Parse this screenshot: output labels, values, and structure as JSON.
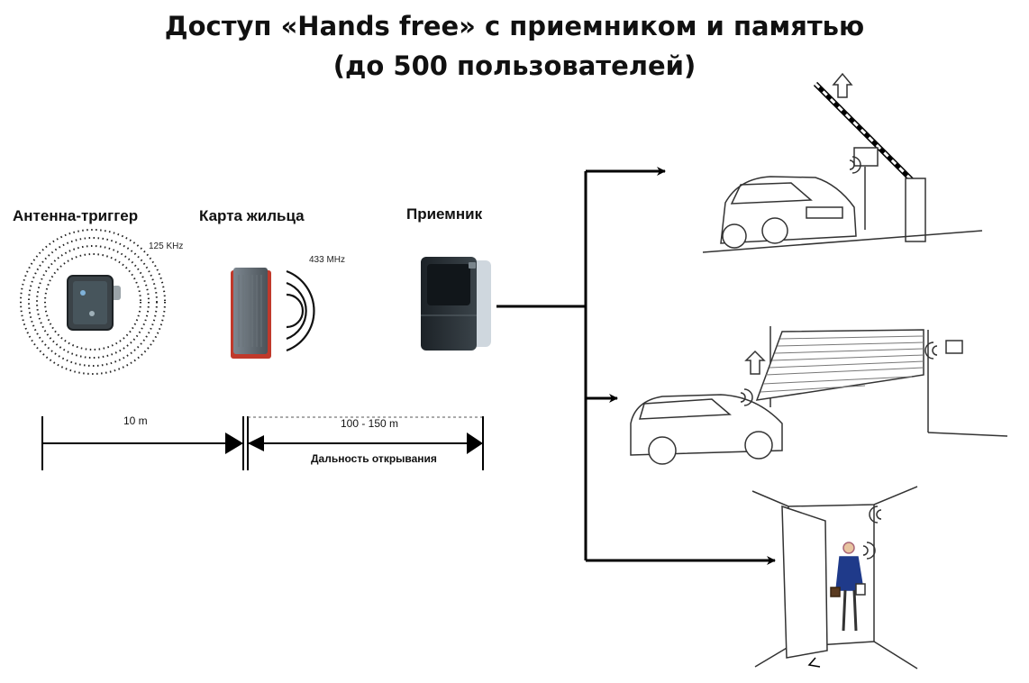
{
  "title": {
    "line1": "Доступ «Hands free» с приемником и памятью",
    "line2": "(до 500 пользователей)"
  },
  "devices": {
    "antenna": {
      "label": "Антенна-триггер",
      "frequency": "125 KHz"
    },
    "card": {
      "label": "Карта жильца",
      "frequency": "433 MHz"
    },
    "receiver": {
      "label": "Приемник"
    }
  },
  "ranges": {
    "trigger_range": "10 m",
    "opening_range": "100 - 150 m",
    "opening_range_caption": "Дальность открывания"
  },
  "outputs": [
    {
      "name": "barrier",
      "icon": "barrier-gate-with-car-icon"
    },
    {
      "name": "garage-door",
      "icon": "sectional-garage-door-with-car-icon"
    },
    {
      "name": "pedestrian-door",
      "icon": "door-with-person-icon"
    }
  ],
  "colors": {
    "card_accent": "#c0392b",
    "person_suit": "#1f3a8a",
    "device_dark": "#2d3438",
    "line": "#000000"
  }
}
